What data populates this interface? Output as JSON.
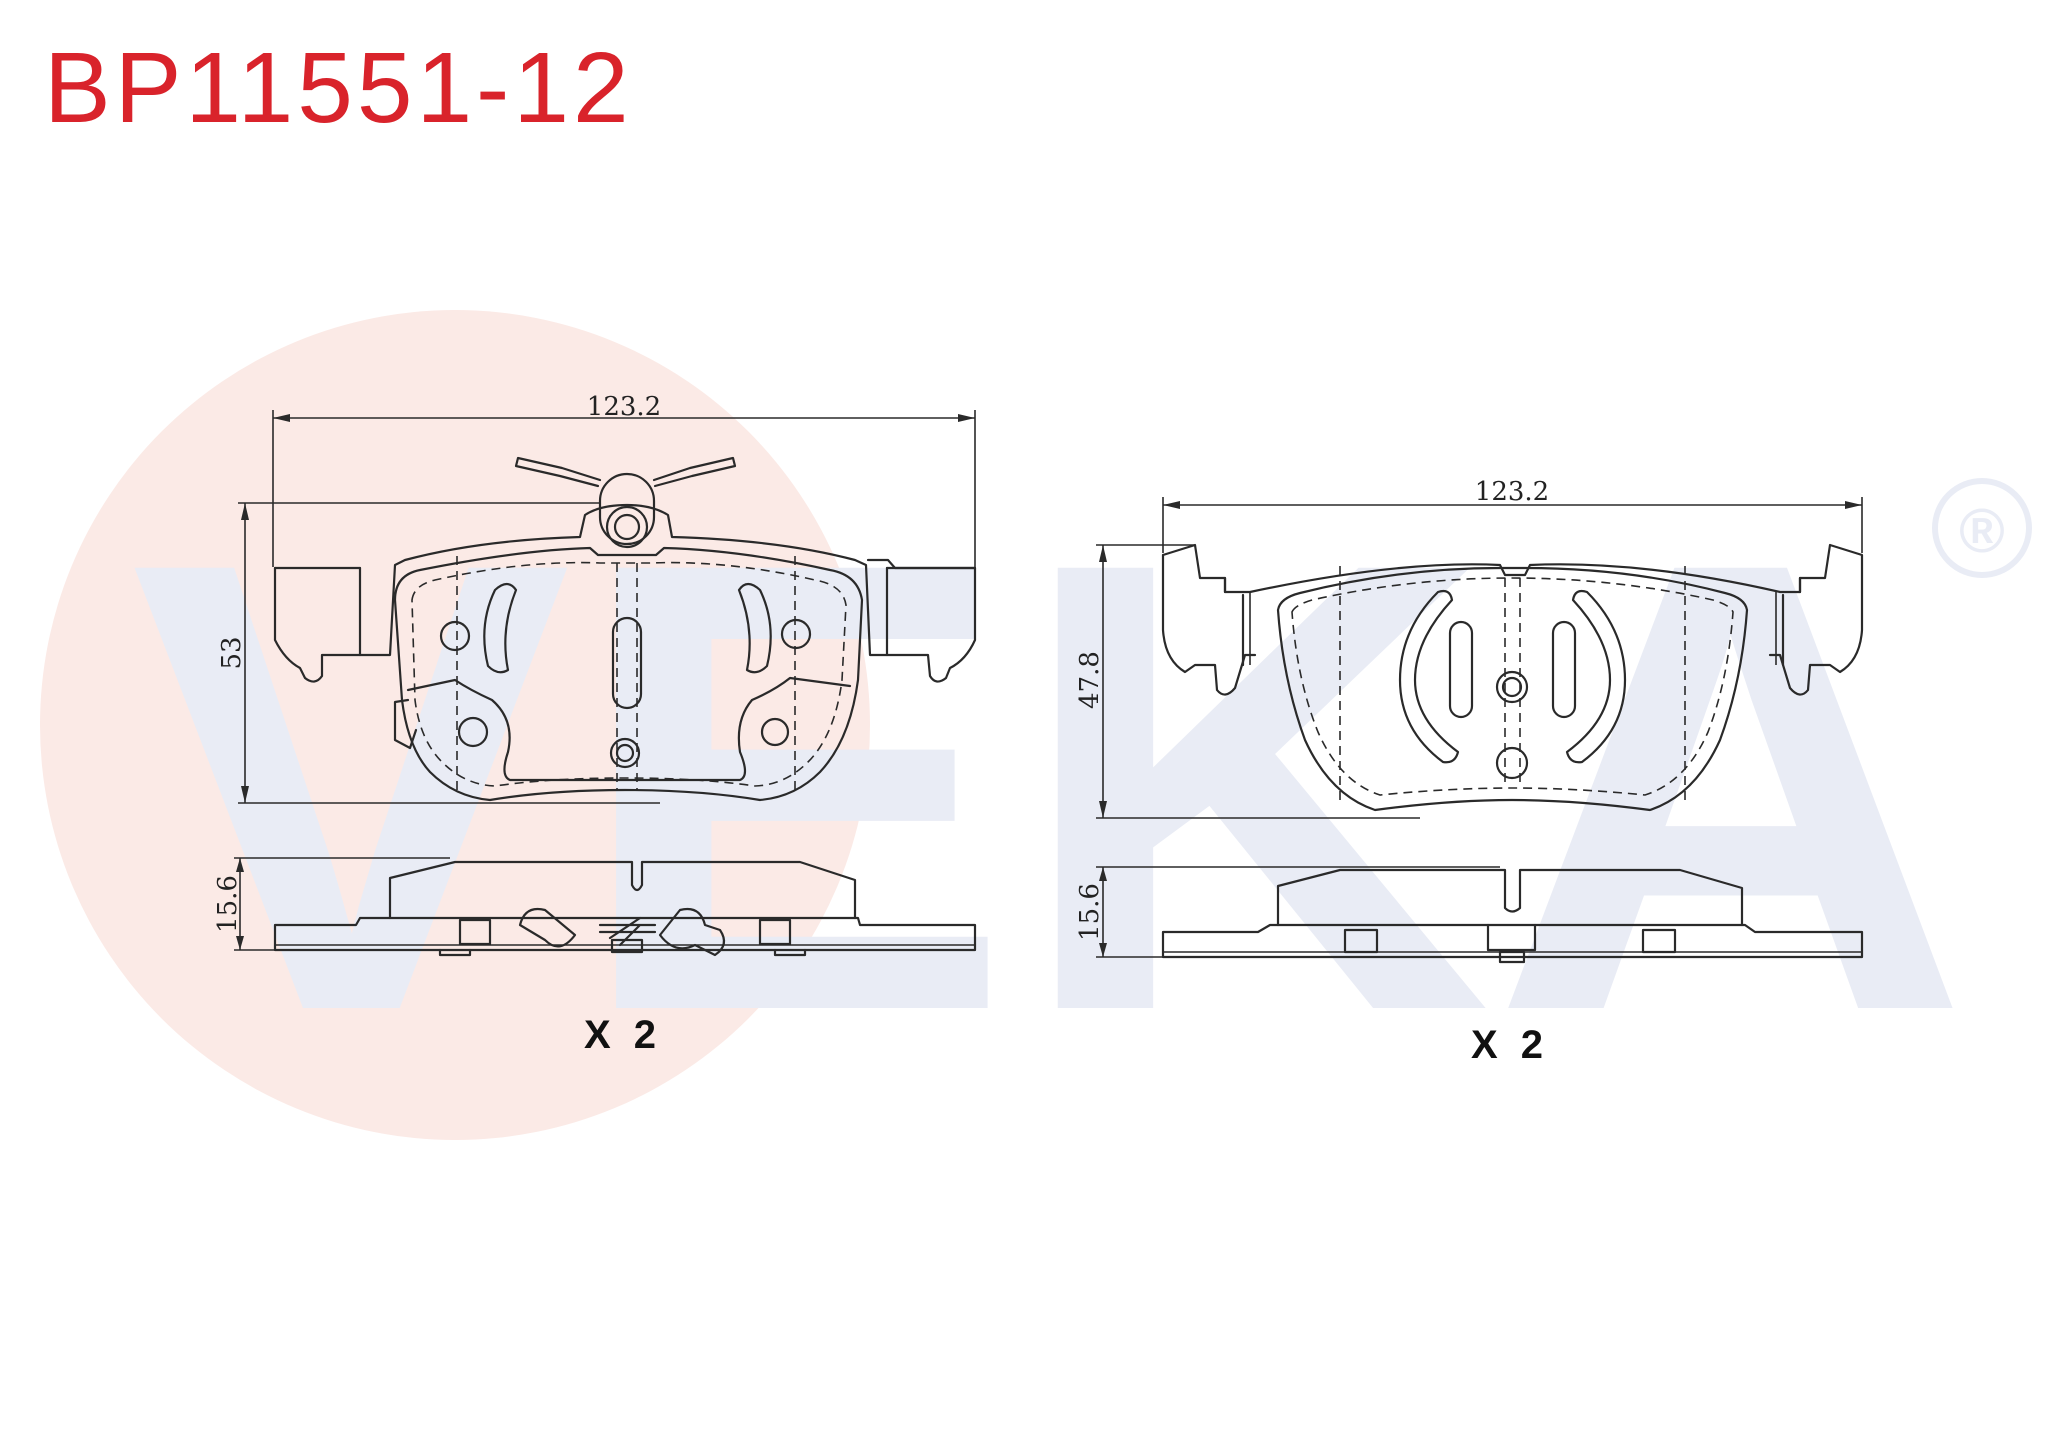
{
  "product_code": "BP11551-12",
  "brand_watermark": "VEKA",
  "registered_mark": "®",
  "colors": {
    "title_red": "#d9232b",
    "watermark_blue": "#e9ecf5",
    "watermark_circle": "#fbeae6",
    "line": "#2a2a2a"
  },
  "pad_left": {
    "width_label": "123.2",
    "height_label": "53",
    "thickness_label": "15.6",
    "quantity_label": "X 2"
  },
  "pad_right": {
    "width_label": "123.2",
    "height_label": "47.8",
    "thickness_label": "15.6",
    "quantity_label": "X 2"
  }
}
